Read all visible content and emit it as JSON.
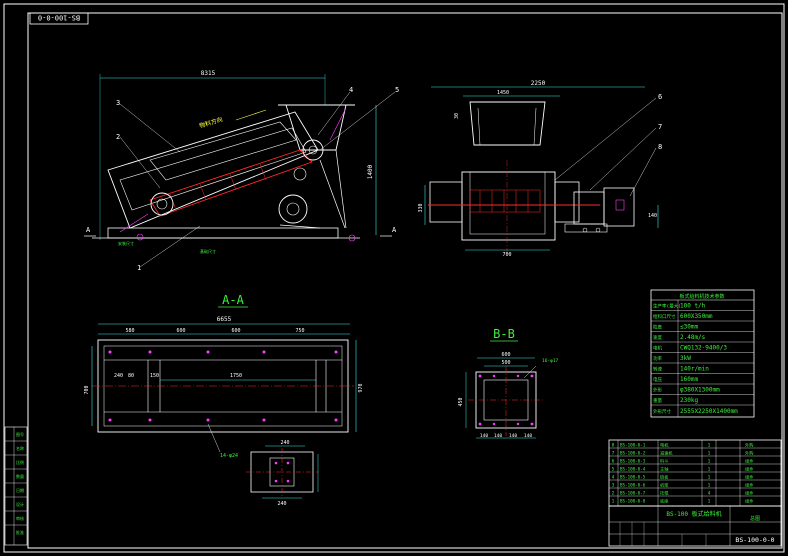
{
  "drawing": {
    "stamp_code": "BS-100-0-0",
    "title_block_name": "BS-100 板式给料机",
    "title_block_code": "BS-100-0-0",
    "title_block_label": "总图"
  },
  "side_view": {
    "dim_length": "8315",
    "dim_height": "1400",
    "flow_note": "物料方向",
    "section_mark": "A",
    "part_numbers": [
      "1",
      "2",
      "3",
      "4",
      "5"
    ],
    "bottom_dims": [
      "安装尺寸",
      "基础尺寸"
    ]
  },
  "end_view": {
    "dim_overall": "2250",
    "dim_hopper": "1450",
    "dim_base": "700",
    "dim_height": "330",
    "dim_side": "140",
    "dim_small": "30",
    "part_numbers": [
      "6",
      "7",
      "8"
    ]
  },
  "section_aa": {
    "label": "A-A",
    "dim_total": "6655",
    "dims_top": [
      "580",
      "600",
      "600",
      "750"
    ],
    "dims_mid": [
      "240",
      "80",
      "150",
      "1750"
    ],
    "dim_side": "700",
    "dim_right": "970",
    "bolt_note": "14-φ24"
  },
  "section_bb": {
    "label": "B-B",
    "dim_outer": "600",
    "dim_inner": "500",
    "dim_side": "450",
    "bolt_note": "16-φ17",
    "bottom_dims": [
      "140",
      "140",
      "140",
      "140"
    ]
  },
  "detail_pad": {
    "dim_top": "240",
    "dim_bottom": "240"
  },
  "spec_table": {
    "title": "板式给料机技术参数",
    "rows": [
      [
        "生产率(最大)",
        "100 t/h"
      ],
      [
        "给料口尺寸",
        "600X350mm"
      ],
      [
        "粒度",
        "≤30mm"
      ],
      [
        "速度",
        "2.48m/s"
      ],
      [
        "电机",
        "CWQ132-9400/3"
      ],
      [
        "功率",
        "3kW"
      ],
      [
        "转速",
        "140r/min"
      ],
      [
        "电压",
        "160mm"
      ],
      [
        "外形",
        "φ380X1300mm"
      ],
      [
        "重量",
        "230kg"
      ],
      [
        "外形尺寸",
        "2555X2250X1400mm"
      ]
    ]
  },
  "left_strip": [
    "图号",
    "名称",
    "比例",
    "数量",
    "日期",
    "设计",
    "审核",
    "批准"
  ],
  "parts_list": {
    "rows": [
      [
        "8",
        "BS-100-0-1",
        "电机",
        "1",
        "",
        "外购"
      ],
      [
        "7",
        "BS-100-0-2",
        "减速机",
        "1",
        "",
        "外购"
      ],
      [
        "6",
        "BS-100-0-3",
        "料斗",
        "1",
        "",
        "组件"
      ],
      [
        "5",
        "BS-100-0-4",
        "主轴",
        "1",
        "",
        "组件"
      ],
      [
        "4",
        "BS-100-0-5",
        "链板",
        "1",
        "",
        "组件"
      ],
      [
        "3",
        "BS-100-0-6",
        "机架",
        "1",
        "",
        "组件"
      ],
      [
        "2",
        "BS-100-0-7",
        "托辊",
        "4",
        "",
        "组件"
      ],
      [
        "1",
        "BS-100-0-8",
        "底座",
        "1",
        "",
        "组件"
      ]
    ]
  }
}
